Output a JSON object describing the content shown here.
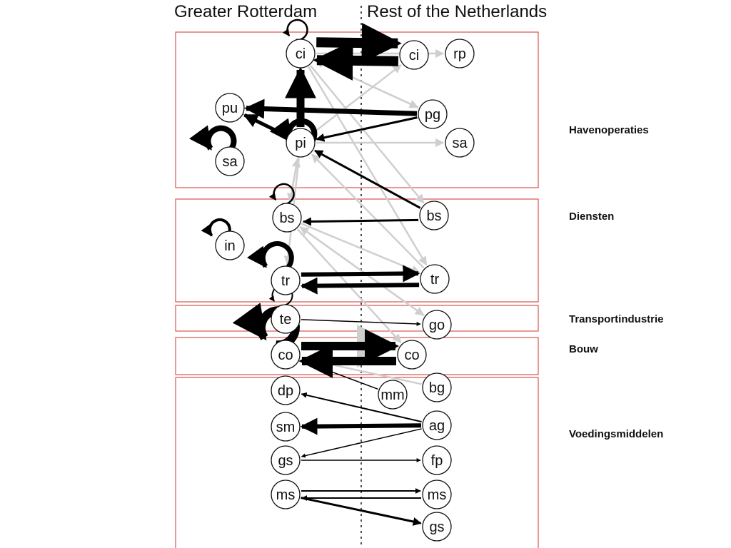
{
  "headers": {
    "left": "Greater Rotterdam",
    "right": "Rest of the Netherlands"
  },
  "sector_labels": [
    "Havenoperaties",
    "Diensten",
    "Transportindustrie",
    "Bouw",
    "Voedingsmiddelen"
  ],
  "nodes": [
    {
      "id": "ci_l",
      "label": "ci"
    },
    {
      "id": "ci_r",
      "label": "ci"
    },
    {
      "id": "rp_r",
      "label": "rp"
    },
    {
      "id": "pu_l",
      "label": "pu"
    },
    {
      "id": "pg_r",
      "label": "pg"
    },
    {
      "id": "pi_l",
      "label": "pi"
    },
    {
      "id": "sa_r",
      "label": "sa"
    },
    {
      "id": "sa_l",
      "label": "sa"
    },
    {
      "id": "bs_l",
      "label": "bs"
    },
    {
      "id": "bs_r",
      "label": "bs"
    },
    {
      "id": "in_l",
      "label": "in"
    },
    {
      "id": "tr_l",
      "label": "tr"
    },
    {
      "id": "tr_r",
      "label": "tr"
    },
    {
      "id": "te_l",
      "label": "te"
    },
    {
      "id": "go_r",
      "label": "go"
    },
    {
      "id": "co_l",
      "label": "co"
    },
    {
      "id": "co_r",
      "label": "co"
    },
    {
      "id": "dp_l",
      "label": "dp"
    },
    {
      "id": "mm_r",
      "label": "mm"
    },
    {
      "id": "bg_r",
      "label": "bg"
    },
    {
      "id": "sm_l",
      "label": "sm"
    },
    {
      "id": "ag_r",
      "label": "ag"
    },
    {
      "id": "gs_l",
      "label": "gs"
    },
    {
      "id": "fp_r",
      "label": "fp"
    },
    {
      "id": "ms_l",
      "label": "ms"
    },
    {
      "id": "ms_r",
      "label": "ms"
    },
    {
      "id": "gs_r",
      "label": "gs"
    }
  ],
  "edges": [
    {
      "from": "ci_l",
      "to": "ci_r",
      "color": "black"
    },
    {
      "from": "ci_r",
      "to": "ci_l",
      "color": "black"
    },
    {
      "from": "pi_l",
      "to": "ci_l",
      "color": "black"
    },
    {
      "from": "pg_r",
      "to": "pu_l",
      "color": "black"
    },
    {
      "from": "pi_l",
      "to": "pu_l",
      "color": "black"
    },
    {
      "from": "pg_r",
      "to": "pi_l",
      "color": "black"
    },
    {
      "from": "bs_r",
      "to": "pi_l",
      "color": "black"
    },
    {
      "from": "bs_r",
      "to": "bs_l",
      "color": "black"
    },
    {
      "from": "tr_l",
      "to": "tr_r",
      "color": "black"
    },
    {
      "from": "tr_r",
      "to": "tr_l",
      "color": "black"
    },
    {
      "from": "te_l",
      "to": "go_r",
      "color": "black"
    },
    {
      "from": "co_l",
      "to": "co_r",
      "color": "black"
    },
    {
      "from": "co_r",
      "to": "co_l",
      "color": "black"
    },
    {
      "from": "mm_r",
      "to": "co_l",
      "color": "black"
    },
    {
      "from": "ag_r",
      "to": "dp_l",
      "color": "black"
    },
    {
      "from": "ag_r",
      "to": "sm_l",
      "color": "black"
    },
    {
      "from": "ag_r",
      "to": "gs_l",
      "color": "black"
    },
    {
      "from": "gs_l",
      "to": "fp_r",
      "color": "black"
    },
    {
      "from": "ms_l",
      "to": "ms_r",
      "color": "black"
    },
    {
      "from": "ms_r",
      "to": "ms_l",
      "color": "black"
    },
    {
      "from": "ms_l",
      "to": "gs_r",
      "color": "black"
    },
    {
      "from": "pi_l",
      "to": "ci_r",
      "color": "gray"
    },
    {
      "from": "pi_l",
      "to": "sa_r",
      "color": "gray"
    },
    {
      "from": "ci_l",
      "to": "rp_r",
      "color": "gray"
    },
    {
      "from": "ci_l",
      "to": "tr_r",
      "color": "gray"
    },
    {
      "from": "ci_l",
      "to": "pg_r",
      "color": "gray"
    },
    {
      "from": "ci_l",
      "to": "bs_r",
      "color": "gray"
    },
    {
      "from": "pi_l",
      "to": "bs_l",
      "color": "gray"
    },
    {
      "from": "pi_l",
      "to": "tr_l",
      "color": "gray"
    },
    {
      "from": "bs_l",
      "to": "pi_l",
      "color": "gray"
    },
    {
      "from": "bs_l",
      "to": "co_r",
      "color": "gray"
    },
    {
      "from": "bs_l",
      "to": "go_r",
      "color": "gray"
    },
    {
      "from": "tr_r",
      "to": "pi_l",
      "color": "gray"
    },
    {
      "from": "go_r",
      "to": "bs_l",
      "color": "gray"
    },
    {
      "from": "bg_r",
      "to": "co_l",
      "color": "gray"
    },
    {
      "from": "co_l",
      "to": "co_r",
      "color": "gray"
    },
    {
      "from": "pg_r",
      "to": "ci_l",
      "color": "gray"
    },
    {
      "from": "bs_l",
      "to": "tr_r",
      "color": "gray"
    }
  ],
  "self_loops": [
    "ci_l",
    "pi_l",
    "sa_l",
    "bs_l",
    "in_l",
    "tr_l",
    "te_l",
    "co_l"
  ]
}
